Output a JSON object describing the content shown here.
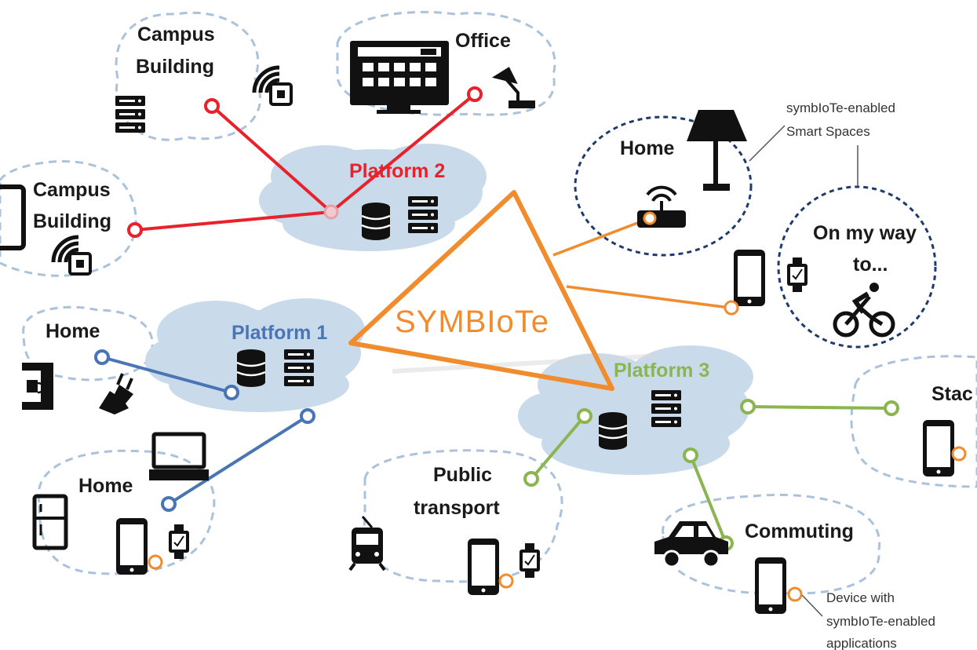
{
  "colors": {
    "platform1": "#4a75b5",
    "platform2": "#e8222b",
    "platform3": "#8ab550",
    "symbiote": "#f08c2e",
    "device_marker": "#f08c2e",
    "cloud": "#c9dbeb",
    "dashed_outline": "#aac2dc",
    "smart_space_outline": "#1f3b6e"
  },
  "core": {
    "name": "SYMBIoTe"
  },
  "platforms": [
    {
      "id": "p1",
      "label": "Platform 1"
    },
    {
      "id": "p2",
      "label": "Platform 2"
    },
    {
      "id": "p3",
      "label": "Platform 3"
    }
  ],
  "spaces": [
    {
      "id": "campus-top",
      "lines": [
        "Campus",
        "Building"
      ]
    },
    {
      "id": "office",
      "lines": [
        "Office"
      ]
    },
    {
      "id": "campus-left",
      "lines": [
        "Campus",
        "Building"
      ]
    },
    {
      "id": "home-left",
      "lines": [
        "Home"
      ]
    },
    {
      "id": "home-bottom",
      "lines": [
        "Home"
      ]
    },
    {
      "id": "public-transport",
      "lines": [
        "Public",
        "transport"
      ]
    },
    {
      "id": "commuting",
      "lines": [
        "Commuting"
      ]
    },
    {
      "id": "stadium",
      "lines": [
        "Stac"
      ]
    },
    {
      "id": "home-smart",
      "lines": [
        "Home"
      ]
    },
    {
      "id": "on-my-way",
      "lines": [
        "On my way",
        "to..."
      ]
    }
  ],
  "annotations": {
    "smart_spaces": [
      "symbIoTe-enabled",
      "Smart Spaces"
    ],
    "device": [
      "Device with",
      "symbIoTe-enabled",
      "applications"
    ]
  },
  "icons": [
    "server-icon",
    "database-icon",
    "wifi-square-icon",
    "control-panel-icon",
    "desk-lamp-icon",
    "floor-lamp-icon",
    "router-icon",
    "smartphone-icon",
    "smartwatch-icon",
    "bicycle-icon",
    "coffee-machine-icon",
    "plug-icon",
    "fridge-icon",
    "laptop-icon",
    "tram-icon",
    "car-icon",
    "tablet-icon"
  ]
}
